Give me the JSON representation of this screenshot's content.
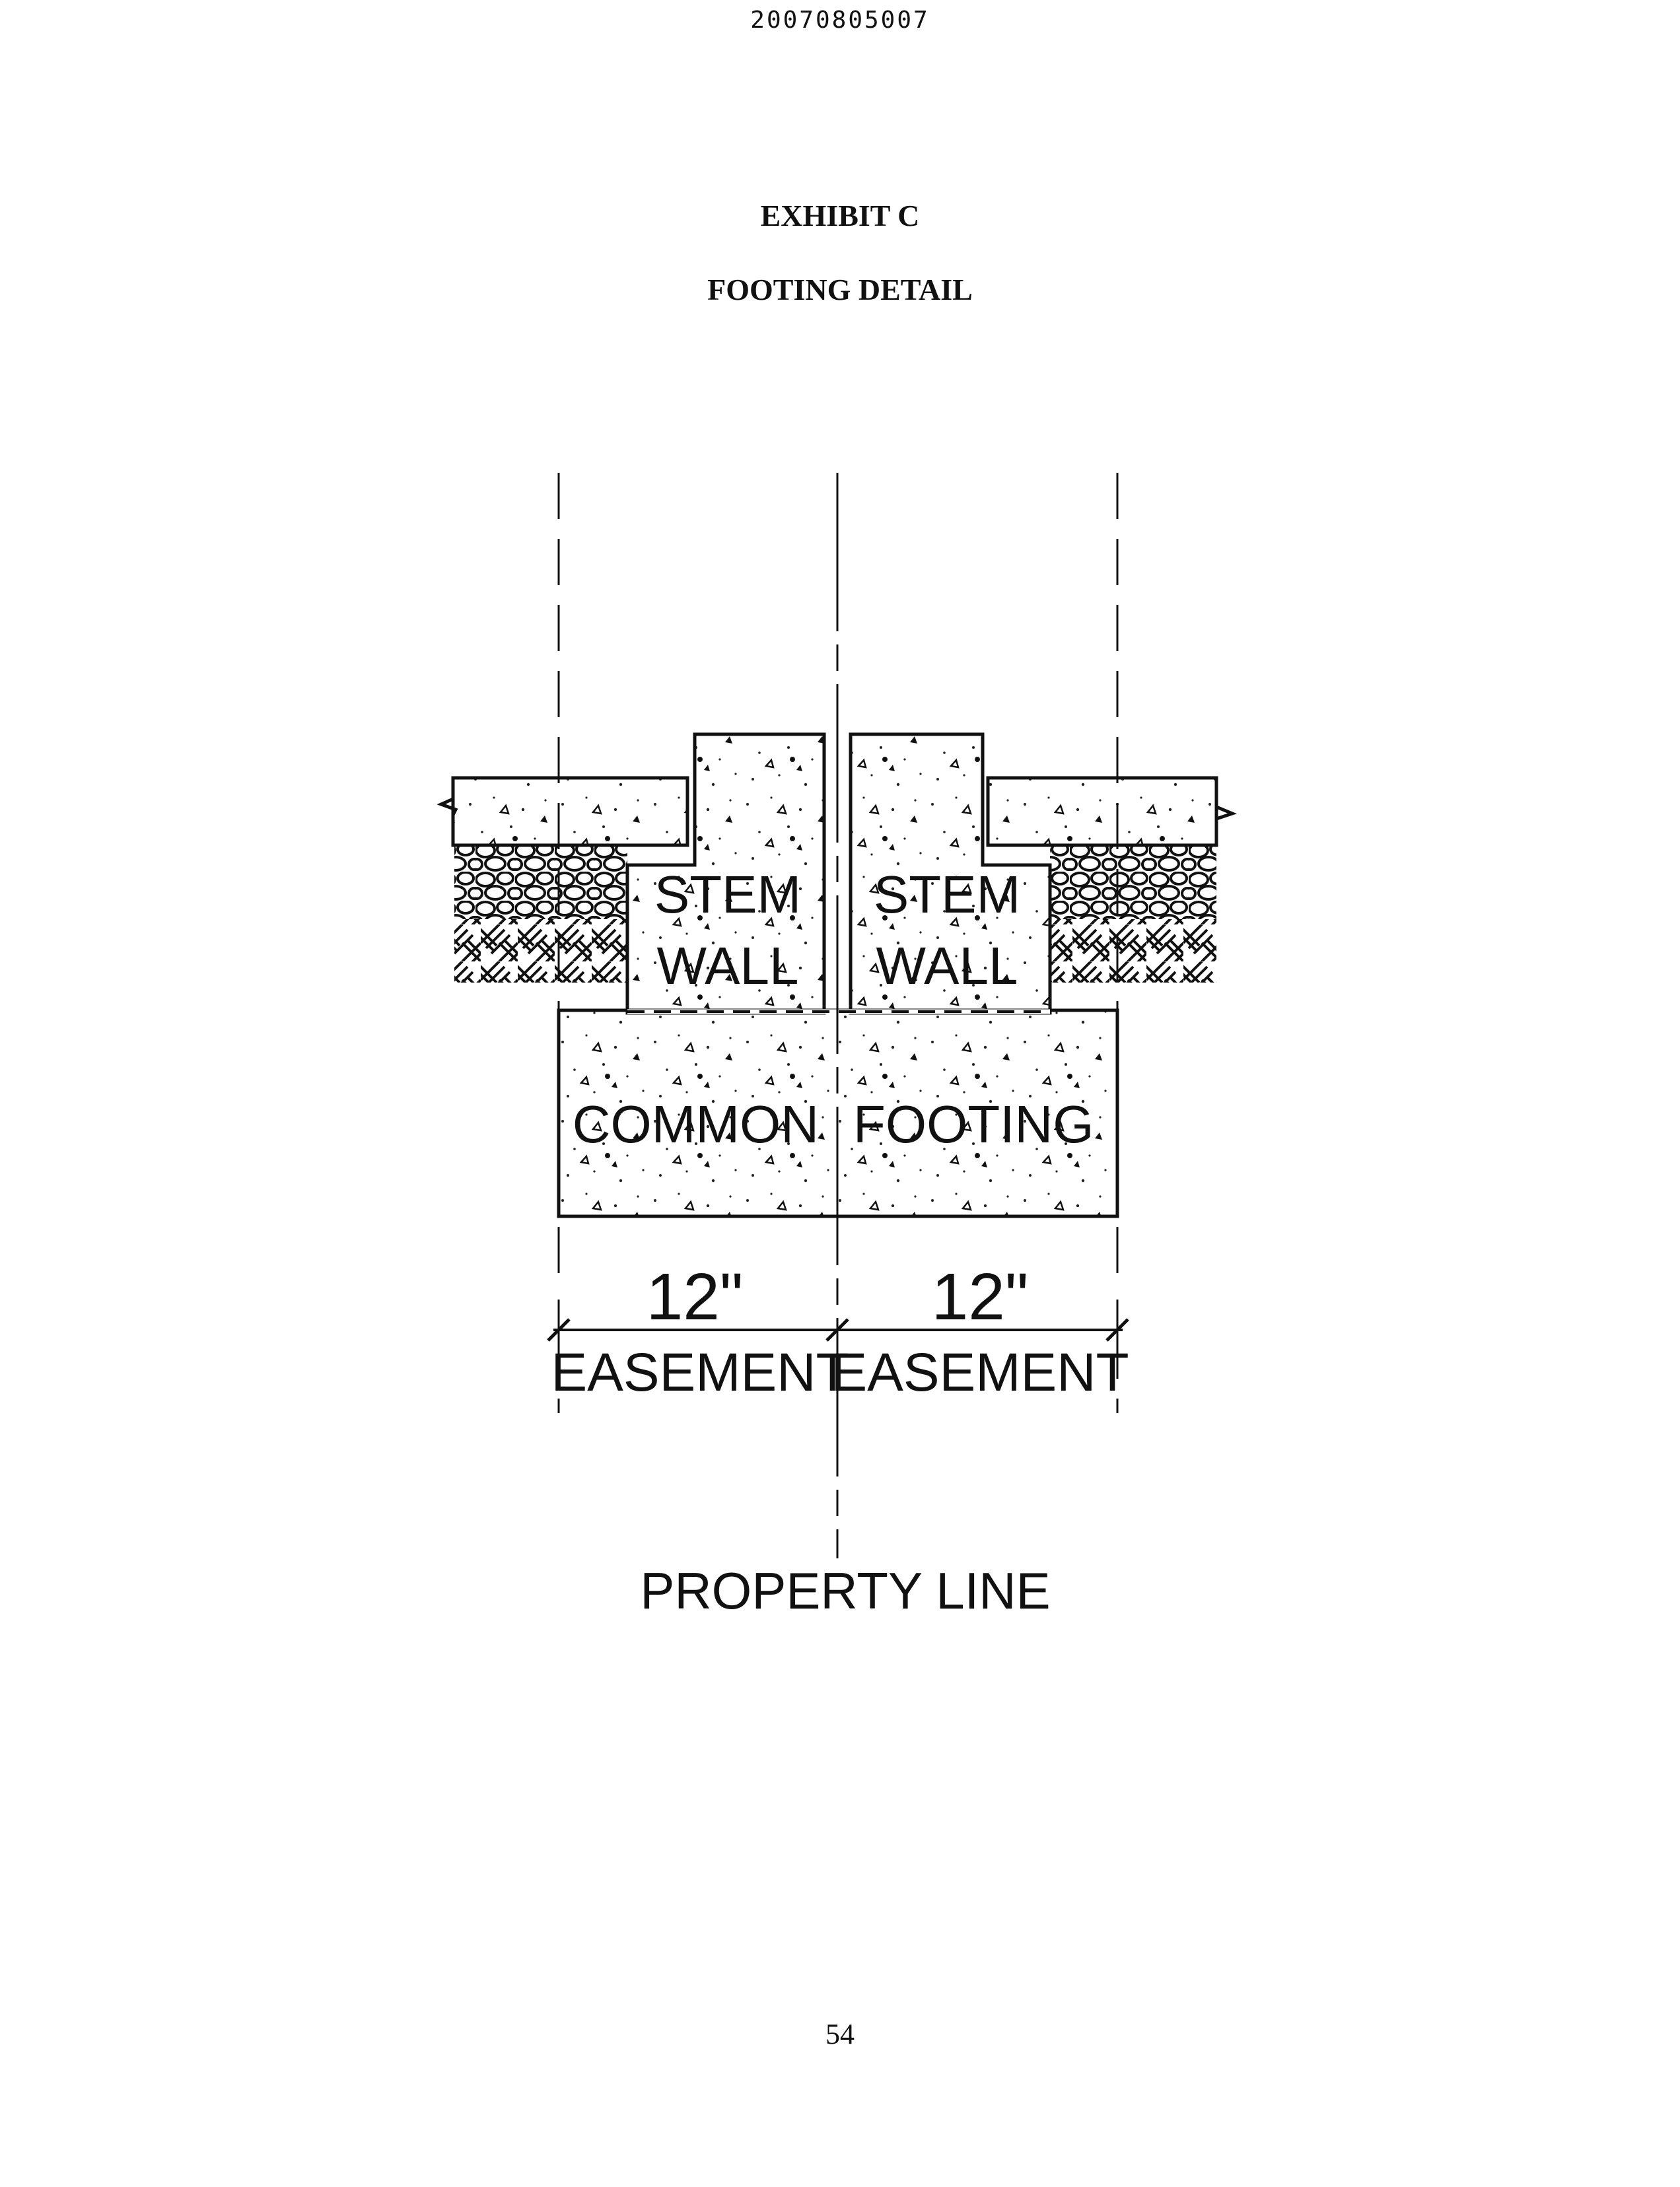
{
  "header": {
    "doc_number": "20070805007"
  },
  "titles": {
    "exhibit": "EXHIBIT C",
    "subtitle": "FOOTING DETAIL"
  },
  "diagram": {
    "stem_wall_left": {
      "line1": "STEM",
      "line2": "WALL"
    },
    "stem_wall_right": {
      "line1": "STEM",
      "line2": "WALL"
    },
    "footing_left": "COMMON",
    "footing_right": "FOOTING",
    "dimension_left": "12\"",
    "dimension_right": "12\"",
    "easement_left": "EASEMENT",
    "easement_right": "EASEMENT",
    "property_line": "PROPERTY LINE"
  },
  "footer": {
    "page_number": "54"
  }
}
